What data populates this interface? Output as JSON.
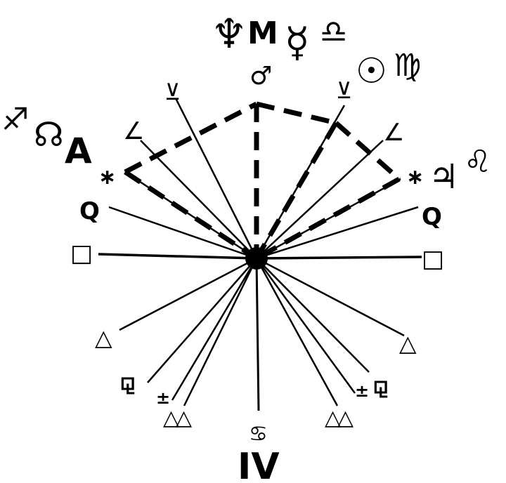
{
  "diagram": {
    "top_labels": {
      "neptune": "♆",
      "midheaven": "M",
      "mercury": "☿",
      "libra": "♎"
    },
    "right_top_labels": {
      "sun": "☉",
      "virgo": "♍"
    },
    "left_top_labels": {
      "sagittarius": "♐",
      "north_node": "☊",
      "ascendant": "A"
    },
    "right_side_labels": {
      "jupiter": "♃",
      "leo": "♌"
    },
    "center_top_glyph": "♂",
    "bottom_sign_glyph": "♋",
    "bottom_label": "IV",
    "aspect_glyphs": {
      "semi_sextile": "⊻",
      "semi_square": "∠",
      "sextile": "∗",
      "quintile": "Q",
      "square": "□",
      "trine": "△",
      "sesquiquadrate": "⚼",
      "biquintile": "±"
    }
  }
}
